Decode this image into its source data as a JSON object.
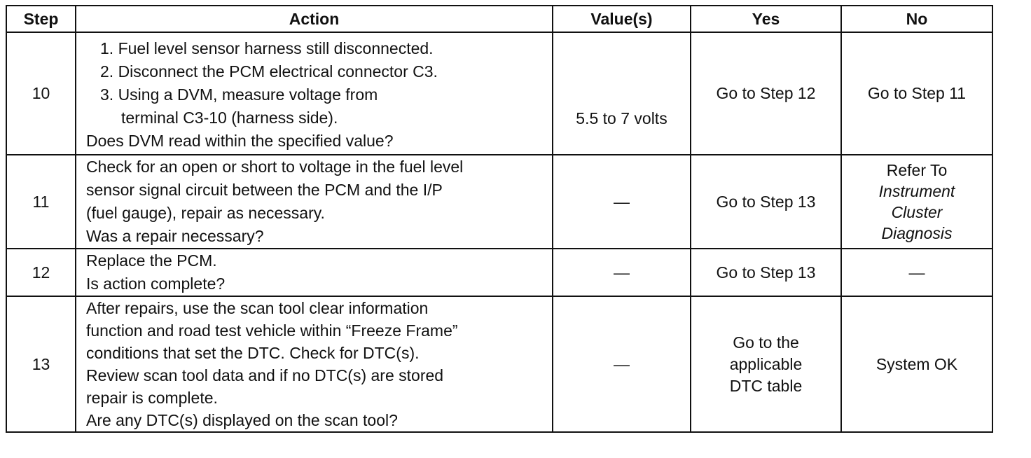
{
  "headers": {
    "step": "Step",
    "action": "Action",
    "value": "Value(s)",
    "yes": "Yes",
    "no": "No"
  },
  "rows": [
    {
      "step": "10",
      "action": [
        "1. Fuel level sensor harness still disconnected.",
        "2. Disconnect the PCM electrical connector C3.",
        "3. Using a DVM, measure voltage from",
        "terminal C3-10 (harness side).",
        "Does DVM read within the specified value?"
      ],
      "value": "5.5 to 7 volts",
      "yes": "Go to Step 12",
      "no": "Go to Step 11"
    },
    {
      "step": "11",
      "action": [
        "Check for an open or short to voltage in the fuel level",
        "sensor signal circuit between the PCM and the I/P",
        "(fuel gauge), repair as necessary.",
        "Was a repair necessary?"
      ],
      "value": "—",
      "yes": "Go to Step 13",
      "no": [
        "Refer To",
        "Instrument",
        "Cluster",
        "Diagnosis"
      ]
    },
    {
      "step": "12",
      "action": [
        "Replace the PCM.",
        "Is action complete?"
      ],
      "value": "—",
      "yes": "Go to Step 13",
      "no": "—"
    },
    {
      "step": "13",
      "action": [
        "After repairs, use the scan tool clear information",
        "function and road test vehicle within “Freeze Frame”",
        "conditions that set the DTC. Check for DTC(s).",
        "Review scan tool data and if no DTC(s) are stored",
        "repair is complete.",
        "Are any DTC(s) displayed on the scan tool?"
      ],
      "value": "—",
      "yes": [
        "Go to the",
        "applicable",
        "DTC table"
      ],
      "no": "System OK"
    }
  ]
}
